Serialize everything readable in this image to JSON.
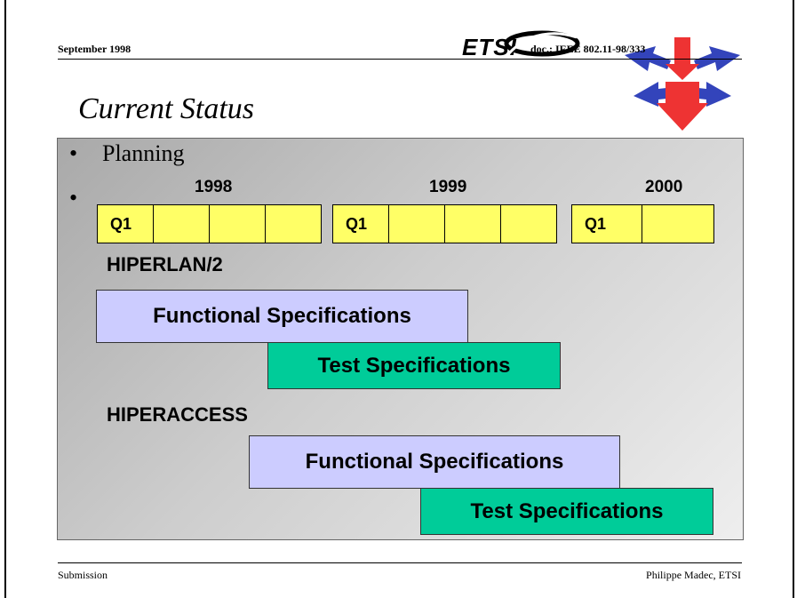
{
  "header": {
    "date": "September 1998",
    "doc": "doc.: IEEE 802.11-98/333",
    "logo_text": "ETSI"
  },
  "title": "Current Status",
  "bullets": [
    {
      "text": "Planning"
    },
    {
      "text": ""
    }
  ],
  "timeline": {
    "years": [
      "1998",
      "1999",
      "2000"
    ],
    "quarter_groups": [
      [
        "Q1",
        "",
        "",
        ""
      ],
      [
        "Q1",
        "",
        "",
        ""
      ],
      [
        "Q1",
        ""
      ]
    ]
  },
  "sections": [
    {
      "name": "HIPERLAN/2",
      "bars": [
        {
          "label": "Functional Specifications",
          "kind": "functional"
        },
        {
          "label": "Test Specifications",
          "kind": "test"
        }
      ]
    },
    {
      "name": "HIPERACCESS",
      "bars": [
        {
          "label": "Functional Specifications",
          "kind": "functional"
        },
        {
          "label": "Test Specifications",
          "kind": "test"
        }
      ]
    }
  ],
  "colors": {
    "quarter_cell": "#ffff66",
    "functional_bar": "#ccccff",
    "test_bar": "#00cc99"
  },
  "footer": {
    "left": "Submission",
    "right": "Philippe Madec, ETSI"
  }
}
